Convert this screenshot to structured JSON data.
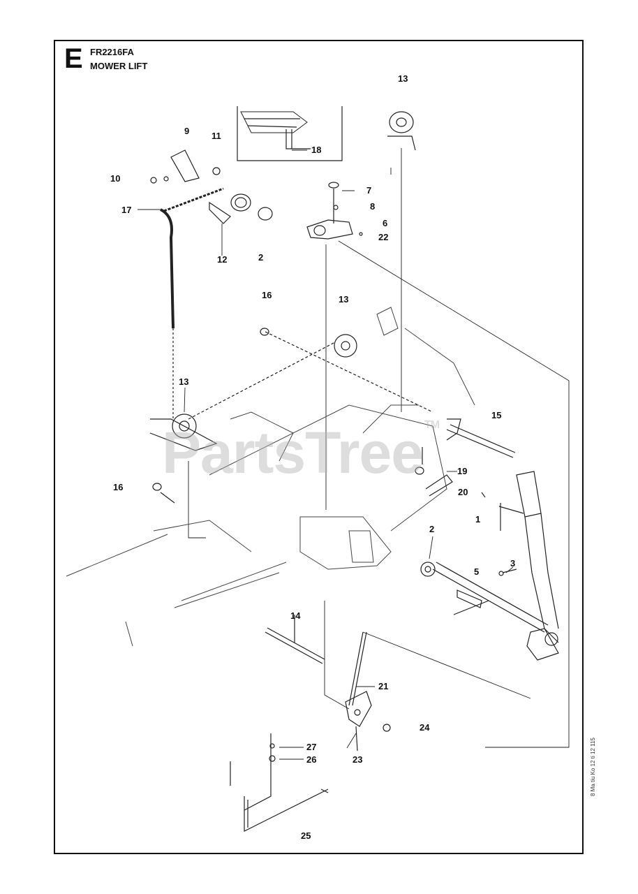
{
  "header": {
    "section_letter": "E",
    "model_code": "FR2216FA",
    "section_title": "MOWER LIFT"
  },
  "watermark": {
    "text": "PartsTree",
    "tm": "TM"
  },
  "side_code": "8 Ma tiu Ko 12 ti 12 115",
  "callouts": [
    {
      "id": "c13a",
      "label": "13"
    },
    {
      "id": "c9",
      "label": "9"
    },
    {
      "id": "c11",
      "label": "11"
    },
    {
      "id": "c18",
      "label": "18"
    },
    {
      "id": "c10",
      "label": "10"
    },
    {
      "id": "c17",
      "label": "17"
    },
    {
      "id": "c7",
      "label": "7"
    },
    {
      "id": "c8",
      "label": "8"
    },
    {
      "id": "c6",
      "label": "6"
    },
    {
      "id": "c22",
      "label": "22"
    },
    {
      "id": "c12",
      "label": "12"
    },
    {
      "id": "c2a",
      "label": "2"
    },
    {
      "id": "c16a",
      "label": "16"
    },
    {
      "id": "c13b",
      "label": "13"
    },
    {
      "id": "c13c",
      "label": "13"
    },
    {
      "id": "c15",
      "label": "15"
    },
    {
      "id": "c16b",
      "label": "16"
    },
    {
      "id": "c19",
      "label": "19"
    },
    {
      "id": "c20",
      "label": "20"
    },
    {
      "id": "c1",
      "label": "1"
    },
    {
      "id": "c2b",
      "label": "2"
    },
    {
      "id": "c3",
      "label": "3"
    },
    {
      "id": "c5",
      "label": "5"
    },
    {
      "id": "c14",
      "label": "14"
    },
    {
      "id": "c21",
      "label": "21"
    },
    {
      "id": "c24",
      "label": "24"
    },
    {
      "id": "c23",
      "label": "23"
    },
    {
      "id": "c27",
      "label": "27"
    },
    {
      "id": "c26",
      "label": "26"
    },
    {
      "id": "c25",
      "label": "25"
    }
  ]
}
